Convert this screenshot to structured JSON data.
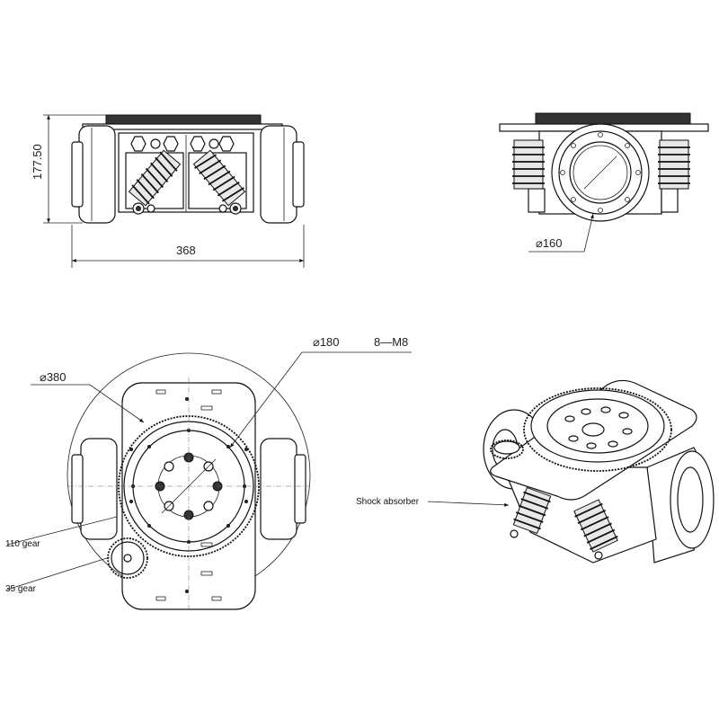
{
  "dimensions": {
    "height": "177.50",
    "width": "368",
    "diameter_bore": "160",
    "diameter_outer": "380",
    "diameter_bolt_circle": "180",
    "bolt_spec": "8—M8",
    "diameter_symbol": "⌀"
  },
  "callouts": {
    "shock_absorber": "Shock absorber",
    "gear_110": "110 gear",
    "gear_35": "35 gear"
  }
}
